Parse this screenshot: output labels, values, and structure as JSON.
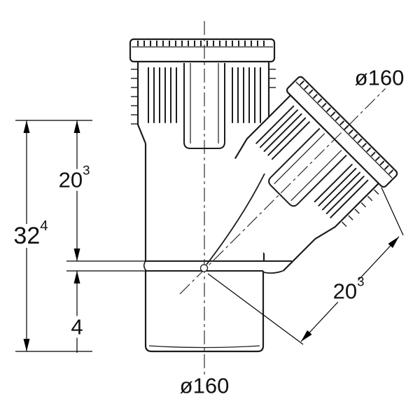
{
  "labels": {
    "diameter_top": "ø160",
    "diameter_bottom": "ø160",
    "dim_total": {
      "value": "32",
      "sup": "4"
    },
    "dim_upper": {
      "value": "20",
      "sup": "3"
    },
    "dim_spigot": {
      "value": "4",
      "sup": ""
    },
    "dim_branch": {
      "value": "20",
      "sup": "3"
    }
  }
}
